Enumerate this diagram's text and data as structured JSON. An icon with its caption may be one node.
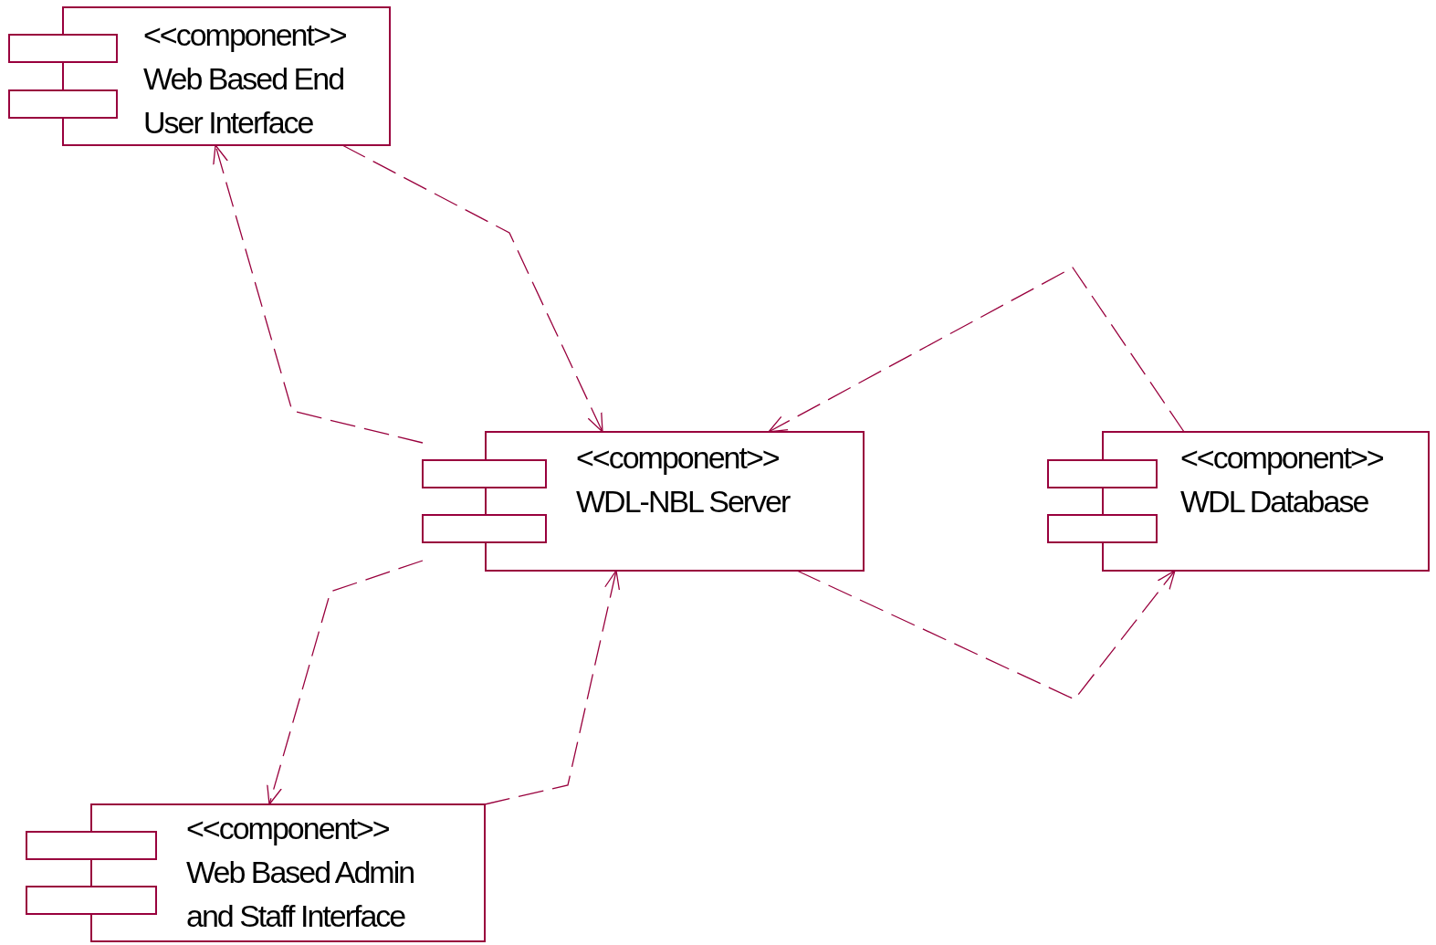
{
  "diagram": {
    "nodes": [
      {
        "text": [
          "<<component>>",
          "Web Based End User Interface"
        ]
      },
      {
        "text": [
          "<<component>>",
          "WDL-NBL Server"
        ]
      },
      {
        "text": [
          "<<component>>",
          "WDL Database"
        ]
      },
      {
        "text": [
          "<<component>>",
          "Web Based Admin and Staff Interface"
        ]
      }
    ],
    "edges": [
      {
        "from": 1,
        "to": 0,
        "arrow": "to",
        "style": "dashed"
      },
      {
        "from": 0,
        "to": 1,
        "arrow": "to",
        "style": "dashed"
      },
      {
        "from": 2,
        "to": 1,
        "arrow": "to",
        "style": "dashed"
      },
      {
        "from": 1,
        "to": 2,
        "arrow": "to",
        "style": "dashed"
      },
      {
        "from": 1,
        "to": 3,
        "arrow": "to",
        "style": "dashed"
      },
      {
        "from": 3,
        "to": 1,
        "arrow": "to",
        "style": "dashed"
      }
    ]
  }
}
